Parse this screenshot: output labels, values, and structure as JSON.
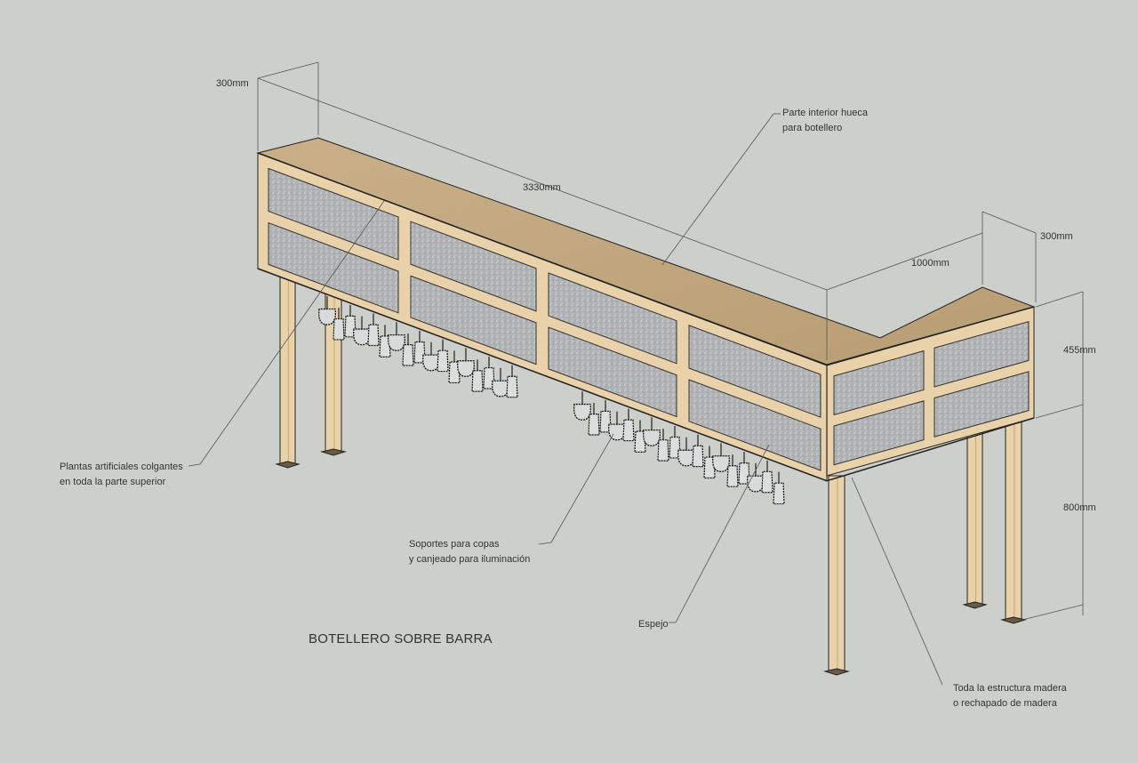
{
  "title": "BOTELLERO SOBRE BARRA",
  "dimensions": {
    "depth_left": "300mm",
    "length_long": "3330mm",
    "depth_right": "300mm",
    "length_short": "1000mm",
    "height_upper": "455mm",
    "height_lower": "800mm"
  },
  "annotations": {
    "hollow_line1": "Parte interior hueca",
    "hollow_line2": "para botellero",
    "plants_line1": "Plantas artificiales colgantes",
    "plants_line2": "en toda la parte superior",
    "supports_line1": "Soportes para copas",
    "supports_line2": "y  canjeado para iluminación",
    "mirror": "Espejo",
    "wood_line1": "Toda la estructura madera",
    "wood_line2": "o rechapado de madera"
  },
  "colors": {
    "background": "#cdcfca",
    "wood": "#e9d2aa",
    "top": "#c2a77e",
    "mirror": "#b3b5b6"
  }
}
